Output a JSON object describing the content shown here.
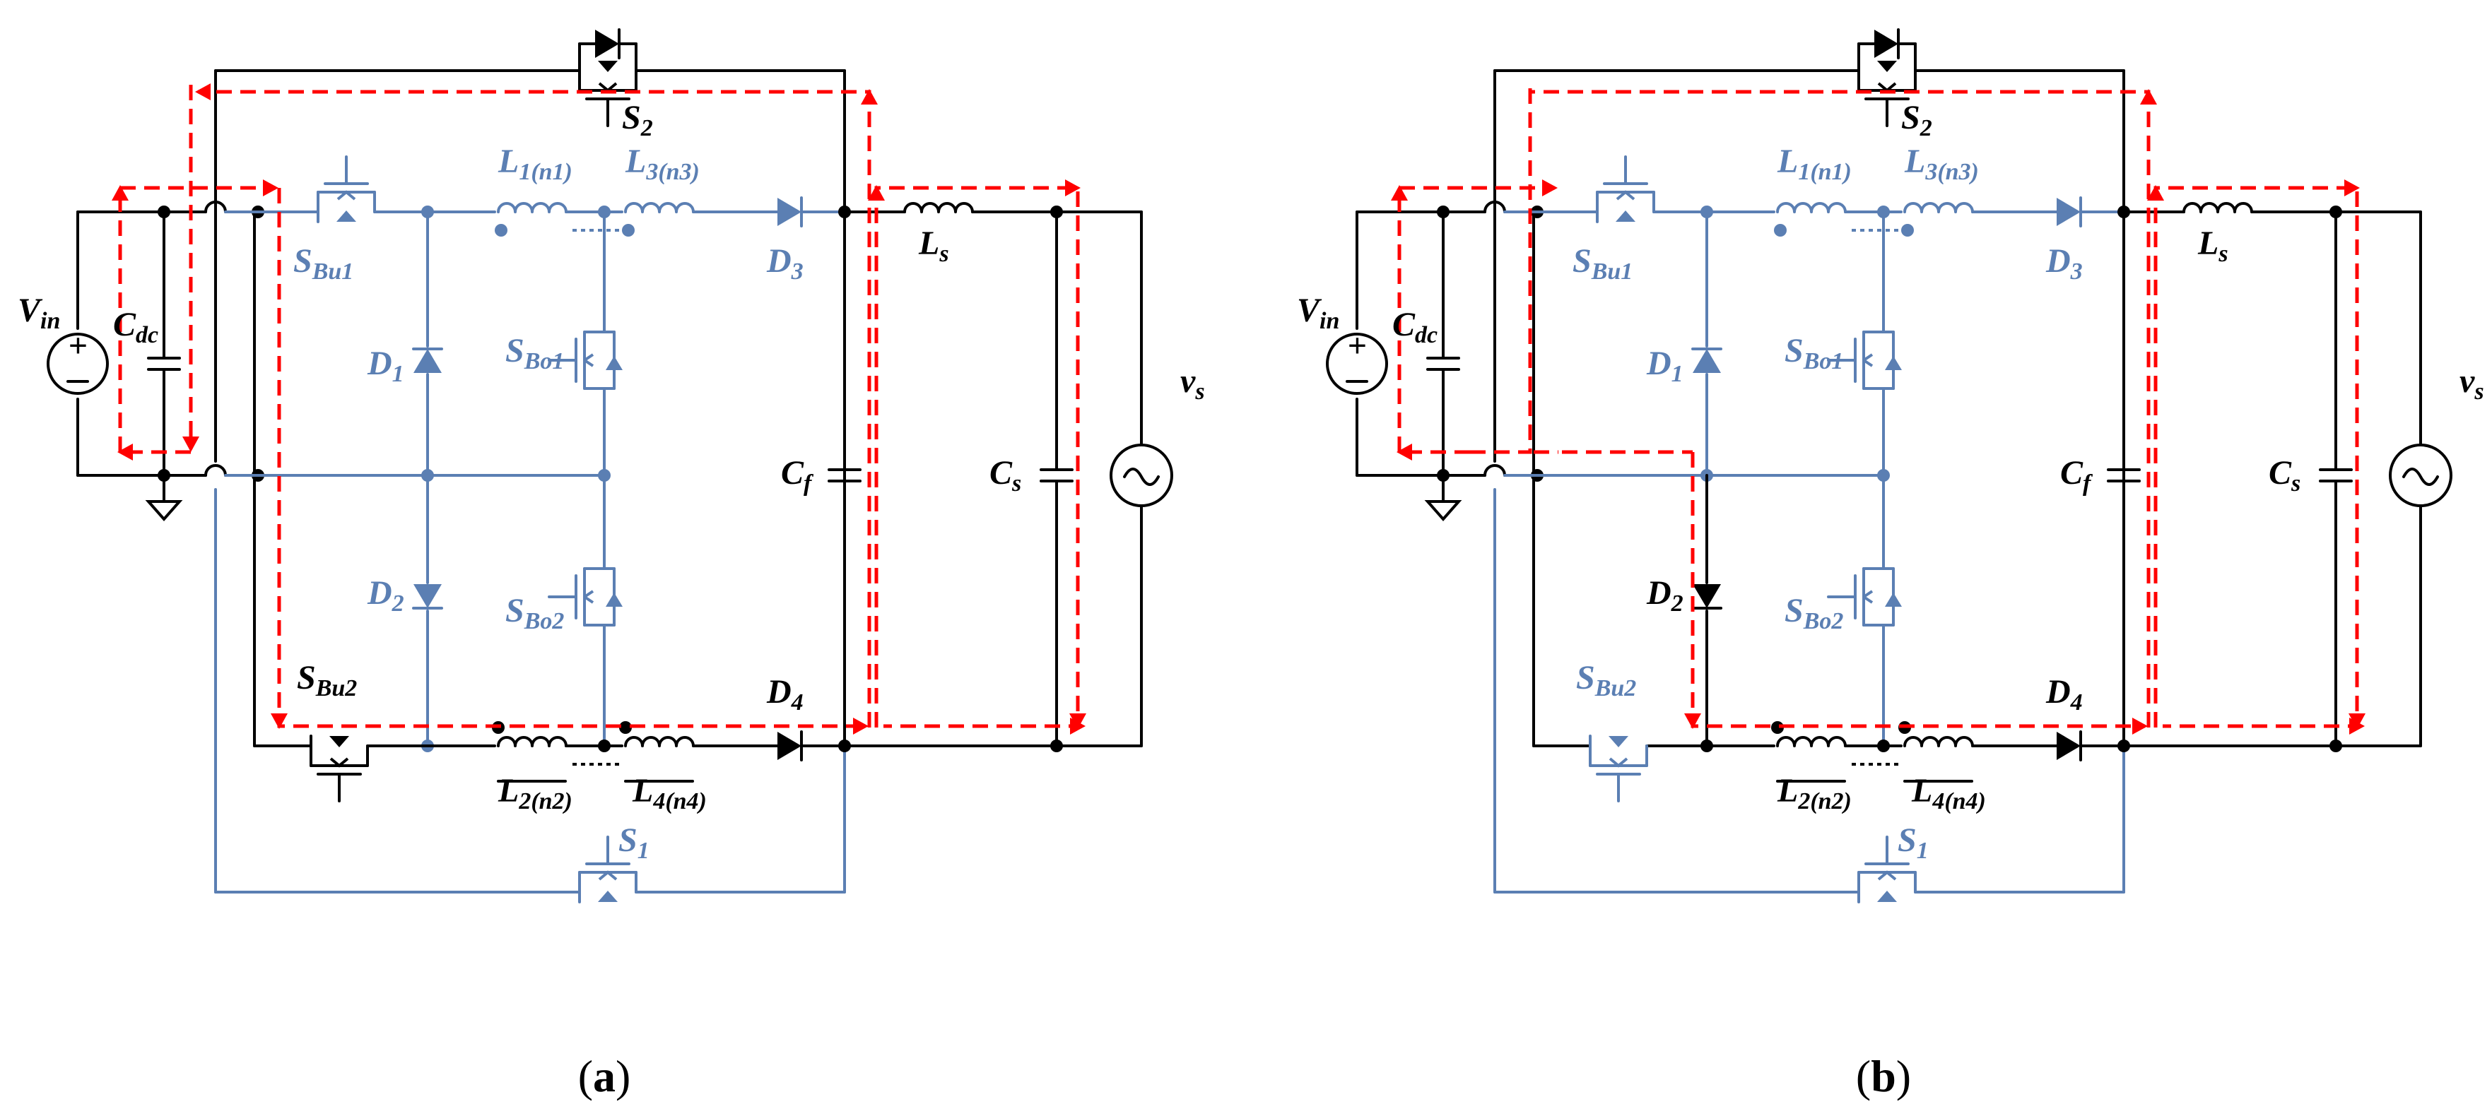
{
  "colors": {
    "black_wire": "#000000",
    "blue_wire": "#5b7fb3",
    "current_path": "#ff0000"
  },
  "panels": [
    {
      "caption": "a",
      "labels": {
        "S2": [
          "S",
          "2"
        ],
        "S1": [
          "S",
          "1"
        ],
        "L1": [
          "L",
          "1(n1)"
        ],
        "L3": [
          "L",
          "3(n3)"
        ],
        "L2": [
          "L",
          "2(n2)"
        ],
        "L4": [
          "L",
          "4(n4)"
        ],
        "Ls": [
          "L",
          "s"
        ],
        "SBu1": [
          "S",
          "Bu1"
        ],
        "SBu2": [
          "S",
          "Bu2"
        ],
        "SBo1": [
          "S",
          "Bo1"
        ],
        "SBo2": [
          "S",
          "Bo2"
        ],
        "D1": [
          "D",
          "1"
        ],
        "D2": [
          "D",
          "2"
        ],
        "D3": [
          "D",
          "3"
        ],
        "D4": [
          "D",
          "4"
        ],
        "Vin": [
          "V",
          "in"
        ],
        "Cdc": [
          "C",
          "dc"
        ],
        "Cf": [
          "C",
          "f"
        ],
        "Cs": [
          "C",
          "s"
        ],
        "vs": [
          "v",
          "s"
        ]
      }
    },
    {
      "caption": "b",
      "labels": {
        "S2": [
          "S",
          "2"
        ],
        "S1": [
          "S",
          "1"
        ],
        "L1": [
          "L",
          "1(n1)"
        ],
        "L3": [
          "L",
          "3(n3)"
        ],
        "L2": [
          "L",
          "2(n2)"
        ],
        "L4": [
          "L",
          "4(n4)"
        ],
        "Ls": [
          "L",
          "s"
        ],
        "SBu1": [
          "S",
          "Bu1"
        ],
        "SBu2": [
          "S",
          "Bu2"
        ],
        "SBo1": [
          "S",
          "Bo1"
        ],
        "SBo2": [
          "S",
          "Bo2"
        ],
        "D1": [
          "D",
          "1"
        ],
        "D2": [
          "D",
          "2"
        ],
        "D3": [
          "D",
          "3"
        ],
        "D4": [
          "D",
          "4"
        ],
        "Vin": [
          "V",
          "in"
        ],
        "Cdc": [
          "C",
          "dc"
        ],
        "Cf": [
          "C",
          "f"
        ],
        "Cs": [
          "C",
          "s"
        ],
        "vs": [
          "v",
          "s"
        ]
      }
    }
  ]
}
